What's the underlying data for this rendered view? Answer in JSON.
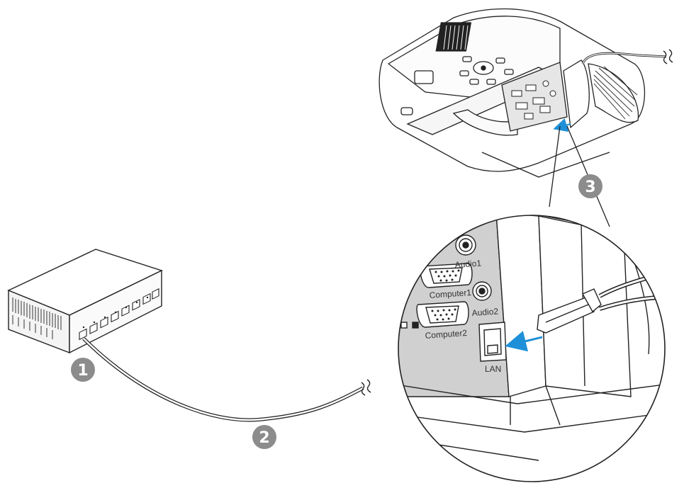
{
  "steps": {
    "one": "1",
    "two": "2",
    "three": "3"
  },
  "ports": {
    "audio1": "Audio1",
    "computer1": "Computer1",
    "audio2": "Audio2",
    "computer2": "Computer2",
    "lan": "LAN"
  },
  "colors": {
    "badge": "#8c8c8c",
    "arrow": "#1e90d8",
    "panel": "#d0d0d0",
    "line": "#222222"
  },
  "icons": {
    "hub": "network-hub-icon",
    "projector": "projector-icon",
    "cable": "lan-cable-icon"
  }
}
